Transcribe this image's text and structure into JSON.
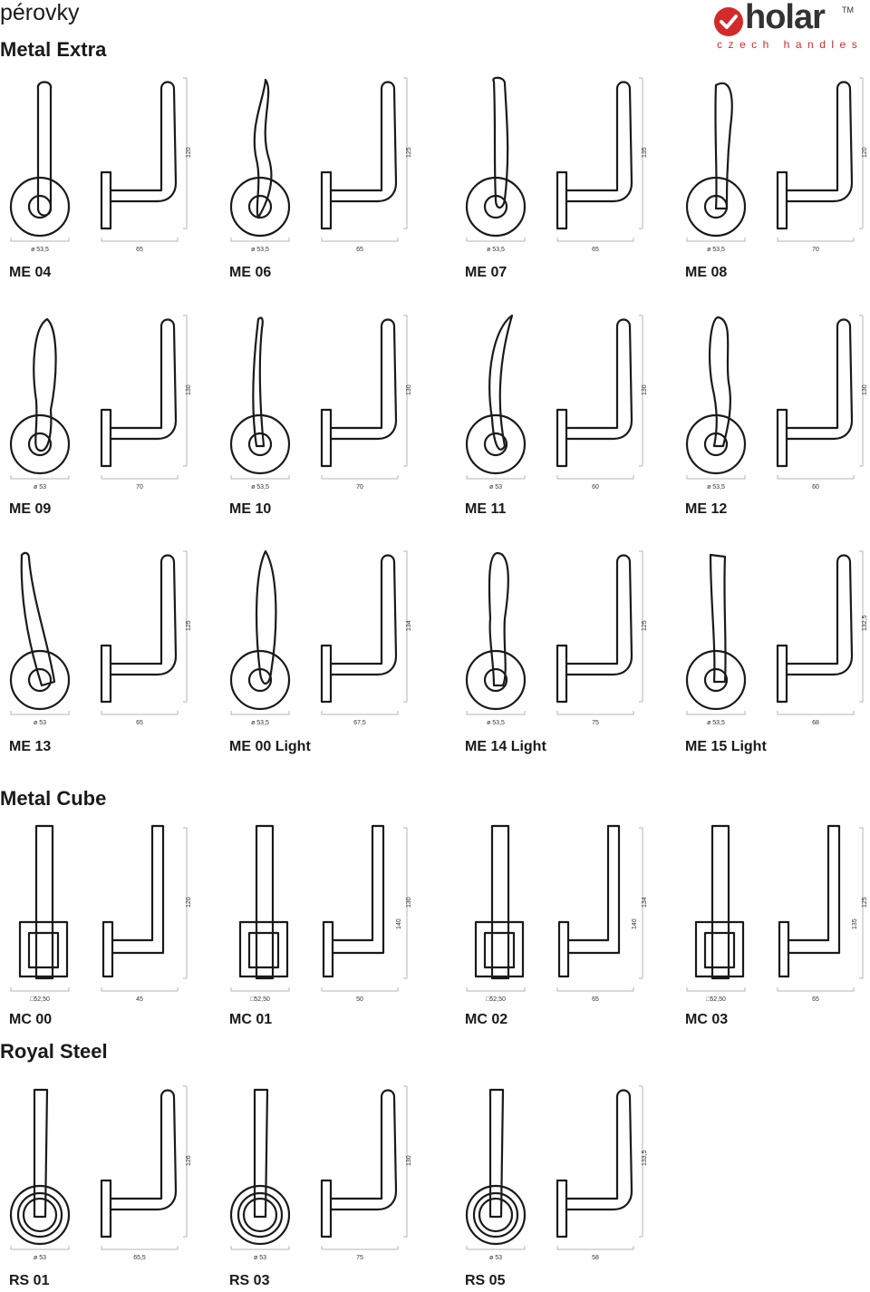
{
  "page": {
    "subtitle": "pérovky"
  },
  "brand": {
    "name": "holar",
    "tm": "TM",
    "tagline": "czech handles",
    "accent": "#d42a2a"
  },
  "sections": [
    {
      "title": "Metal Extra",
      "items": [
        {
          "model": "ME 04",
          "diameter": "ø 53,5",
          "depth": "65",
          "height": "120"
        },
        {
          "model": "ME 06",
          "diameter": "ø 53,5",
          "depth": "65",
          "height": "125"
        },
        {
          "model": "ME 07",
          "diameter": "ø 53,5",
          "depth": "65",
          "height": "135"
        },
        {
          "model": "ME 08",
          "diameter": "ø 53,5",
          "depth": "70",
          "height": "120"
        },
        {
          "model": "ME 09",
          "diameter": "ø 53",
          "depth": "70",
          "height": "130"
        },
        {
          "model": "ME 10",
          "diameter": "ø 53,5",
          "depth": "70",
          "height": "130"
        },
        {
          "model": "ME 11",
          "diameter": "ø 53",
          "depth": "60",
          "height": "130"
        },
        {
          "model": "ME 12",
          "diameter": "ø 53,5",
          "depth": "60",
          "height": "130"
        },
        {
          "model": "ME 13",
          "diameter": "ø 53",
          "depth": "65",
          "height": "125"
        },
        {
          "model": "ME 00 Light",
          "diameter": "ø 53,5",
          "depth": "67,5",
          "height": "134"
        },
        {
          "model": "ME 14 Light",
          "diameter": "ø 53,5",
          "depth": "75",
          "height": "125"
        },
        {
          "model": "ME 15 Light",
          "diameter": "ø 53,5",
          "depth": "68",
          "height": "132,5"
        }
      ]
    },
    {
      "title": "Metal Cube",
      "items": [
        {
          "model": "MC 00",
          "diameter": "52,50",
          "depth": "45",
          "height": "120"
        },
        {
          "model": "MC 01",
          "diameter": "52,50",
          "depth": "50",
          "height": "130",
          "height2": "140"
        },
        {
          "model": "MC 02",
          "diameter": "52,50",
          "depth": "65",
          "height": "134",
          "height2": "140"
        },
        {
          "model": "MC 03",
          "diameter": "52,50",
          "depth": "65",
          "height": "125",
          "height2": "135"
        }
      ]
    },
    {
      "title": "Royal Steel",
      "items": [
        {
          "model": "RS 01",
          "diameter": "ø 53",
          "depth": "65,5",
          "height": "126"
        },
        {
          "model": "RS 03",
          "diameter": "ø 53",
          "depth": "75",
          "height": "130"
        },
        {
          "model": "RS 05",
          "diameter": "ø 53",
          "depth": "58",
          "height": "133,5"
        }
      ]
    }
  ]
}
